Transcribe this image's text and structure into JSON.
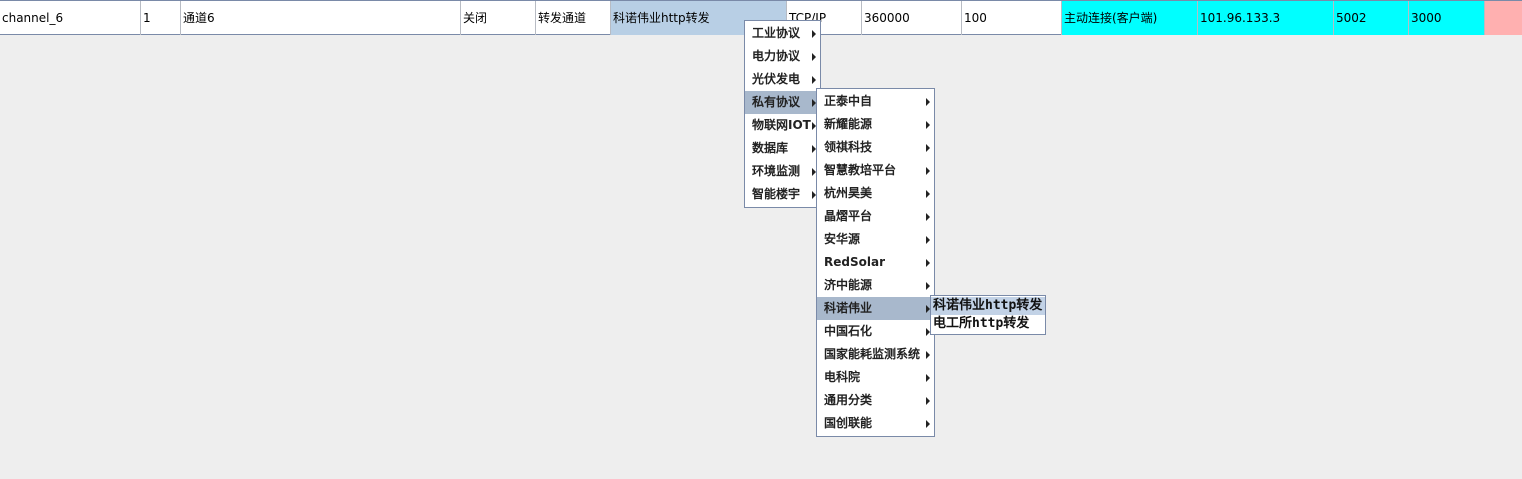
{
  "row": {
    "cells": [
      "channel_6",
      "1",
      "通道6",
      "关闭",
      "转发通道",
      "科诺伟业http转发",
      "TCP/IP",
      "360000",
      "100",
      "主动连接(客户端)",
      "101.96.133.3",
      "5002",
      "3000",
      ""
    ]
  },
  "menu_level1": {
    "items": [
      "工业协议",
      "电力协议",
      "光伏发电",
      "私有协议",
      "物联网IOT",
      "数据库",
      "环境监测",
      "智能楼宇"
    ],
    "active_index": 3
  },
  "menu_level2": {
    "items": [
      "正泰中自",
      "新耀能源",
      "领祺科技",
      "智慧教培平台",
      "杭州昊美",
      "晶熠平台",
      "安华源",
      "RedSolar",
      "济中能源",
      "科诺伟业",
      "中国石化",
      "国家能耗监测系统",
      "电科院",
      "通用分类",
      "国创联能"
    ],
    "active_index": 9
  },
  "menu_level3": {
    "items": [
      "科诺伟业http转发",
      "电工所http转发"
    ],
    "active_index": 0
  },
  "colors": {
    "selected_cell": "#b8cfe5",
    "highlight_cyan": "#00ffff",
    "highlight_pink": "#ffb0b0",
    "menu_active": "#a8b8cc",
    "background": "#eeeeee"
  }
}
